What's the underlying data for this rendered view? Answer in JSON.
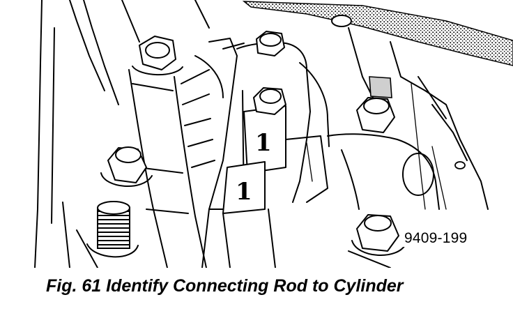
{
  "figure": {
    "id_label": "9409-199",
    "rod_marks": [
      "1",
      "1"
    ]
  },
  "caption": "Fig. 61 Identify Connecting Rod to Cylinder"
}
